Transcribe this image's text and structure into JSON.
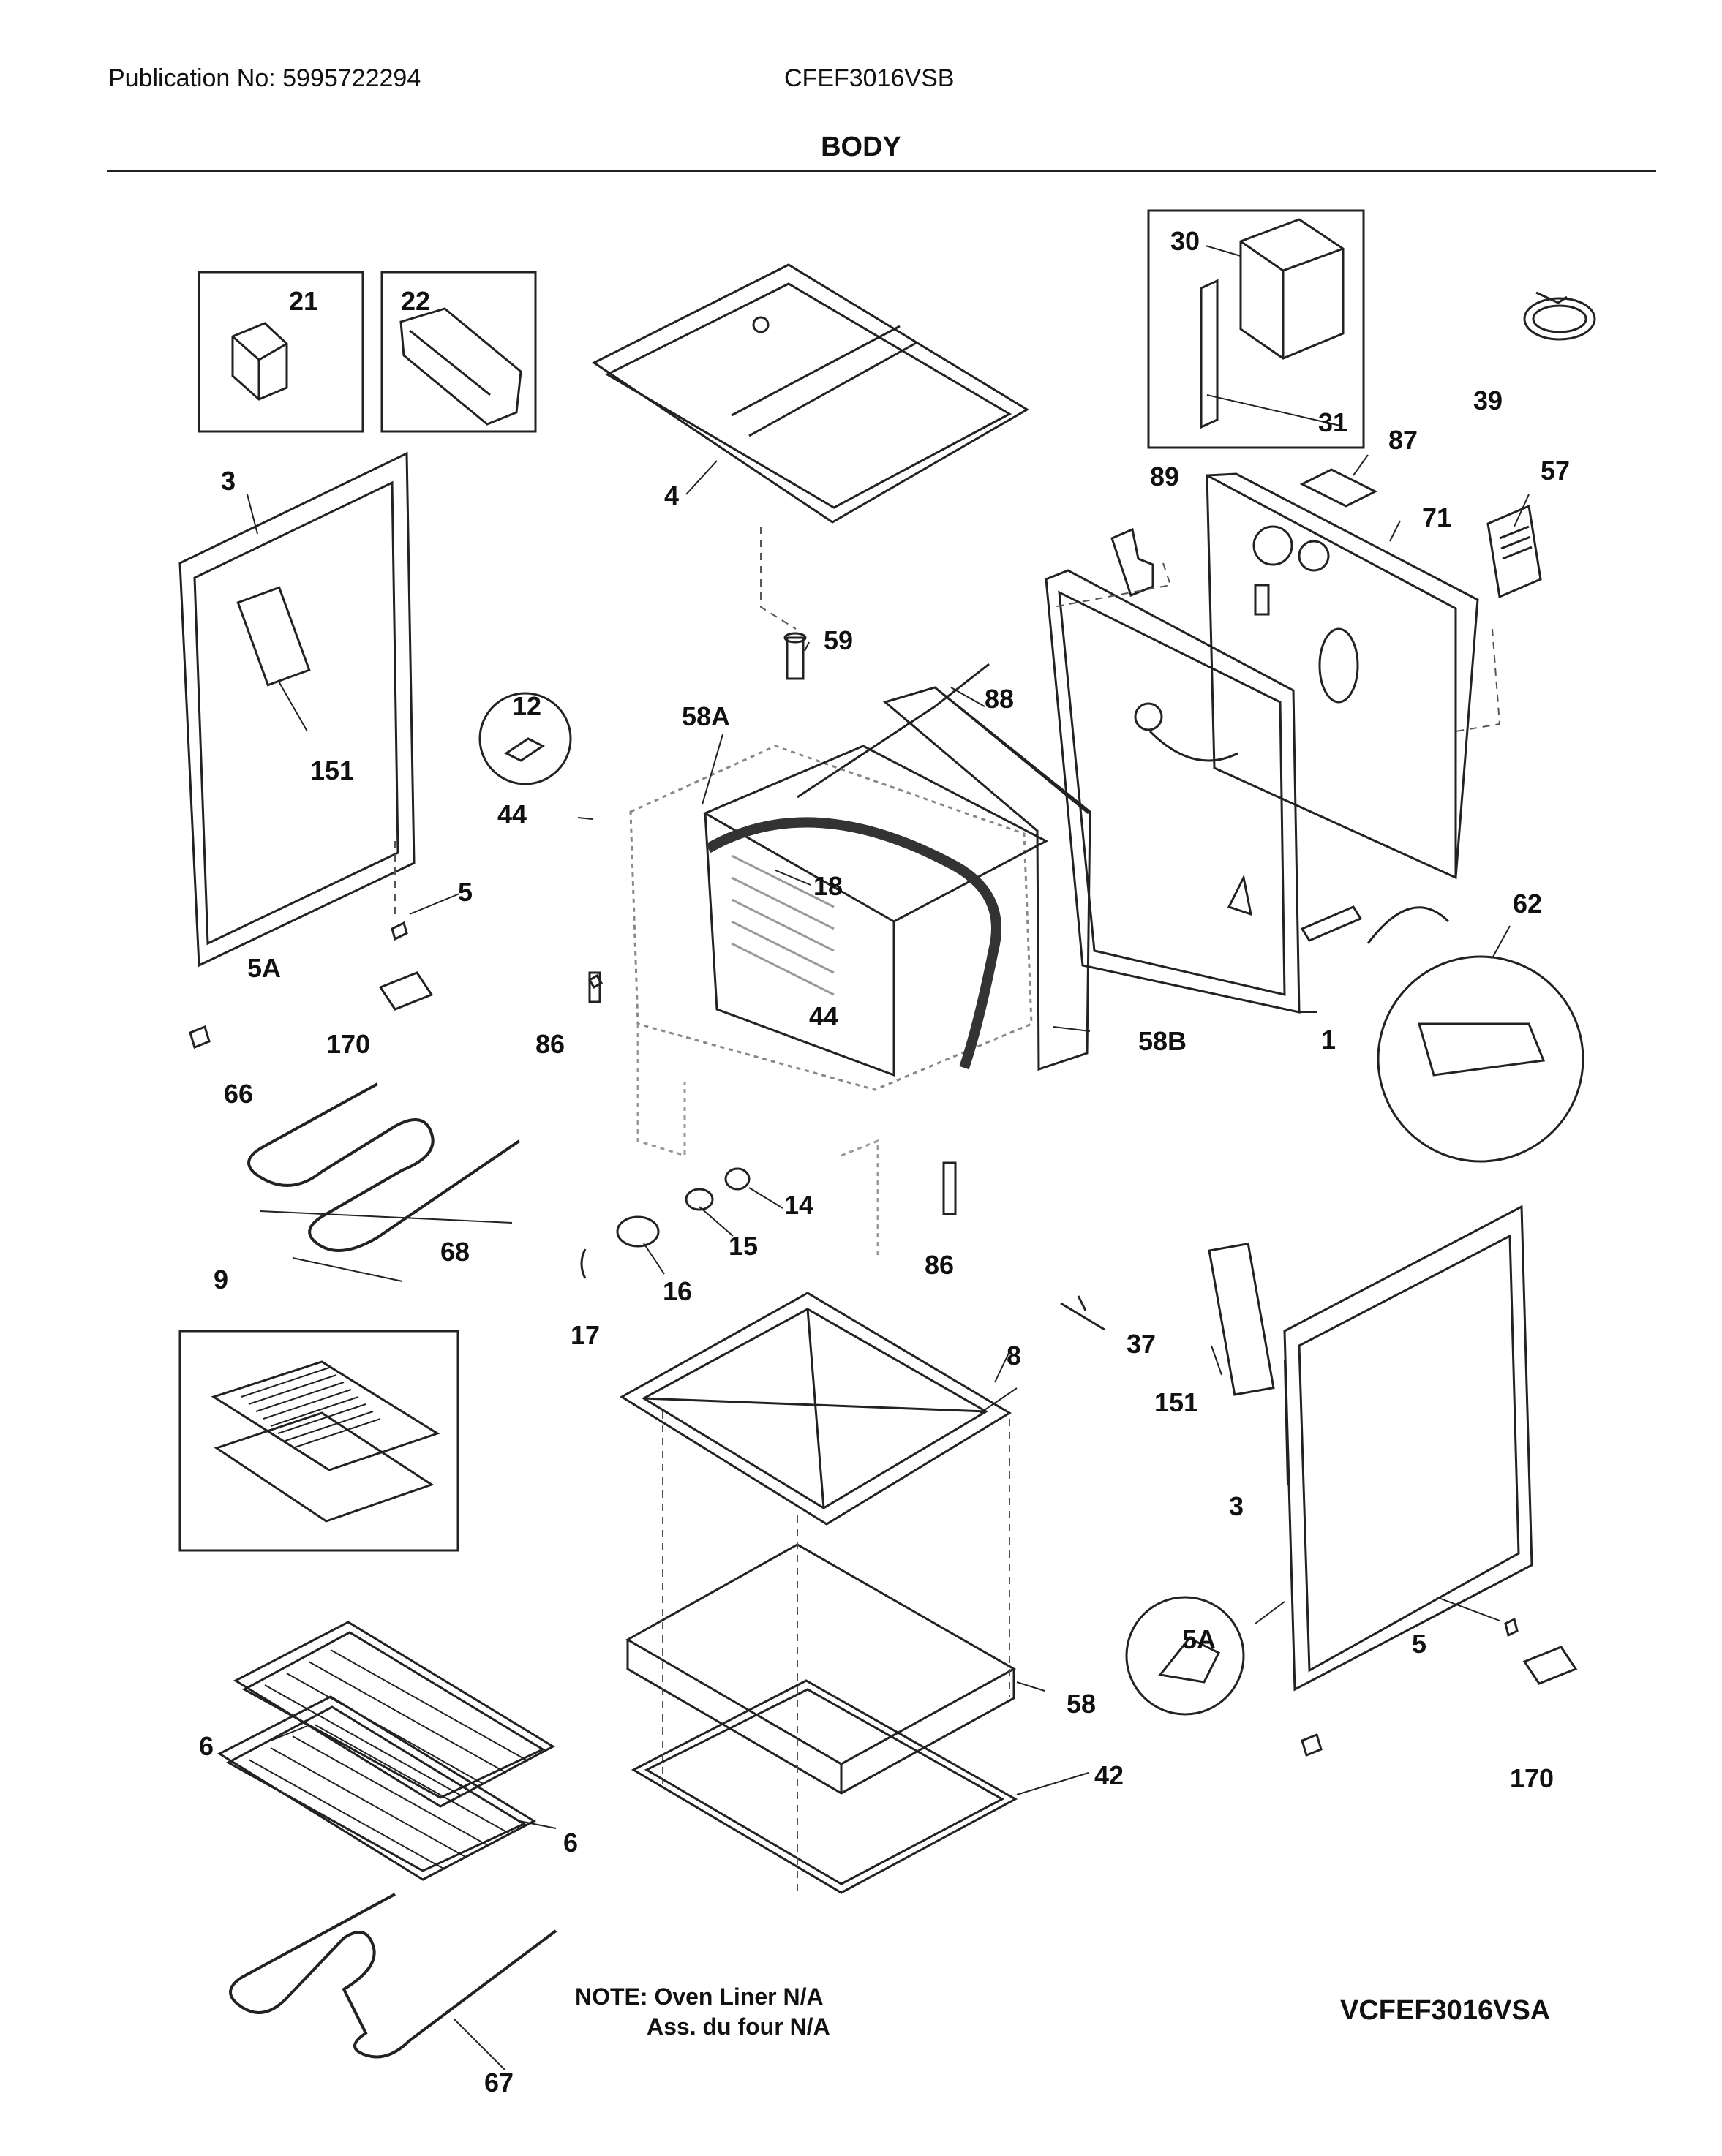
{
  "header": {
    "publication": "Publication No: 5995722294",
    "model": "CFEF3016VSB",
    "section_title": "BODY"
  },
  "footer": {
    "note_line1": "NOTE: Oven Liner N/A",
    "note_line2": "Ass. du four N/A",
    "doc_id": "VCFEF3016VSA"
  },
  "callouts": {
    "c21": "21",
    "c22": "22",
    "c3a": "3",
    "c4": "4",
    "c30": "30",
    "c31": "31",
    "c39": "39",
    "c87": "87",
    "c57": "57",
    "c89": "89",
    "c71": "71",
    "c59": "59",
    "c12": "12",
    "c88": "88",
    "c58A": "58A",
    "c151a": "151",
    "c44a": "44",
    "c18": "18",
    "c5a": "5",
    "c5Aa": "5A",
    "c62": "62",
    "c170a": "170",
    "c44b": "44",
    "c86a": "86",
    "c58B": "58B",
    "c1": "1",
    "c66": "66",
    "c14": "14",
    "c15": "15",
    "c68": "68",
    "c86b": "86",
    "c16": "16",
    "c9": "9",
    "c17": "17",
    "c37": "37",
    "c8": "8",
    "c151b": "151",
    "c3b": "3",
    "c5Ab": "5A",
    "c5b": "5",
    "c58": "58",
    "c6a": "6",
    "c42": "42",
    "c170b": "170",
    "c6b": "6",
    "c67": "67"
  }
}
